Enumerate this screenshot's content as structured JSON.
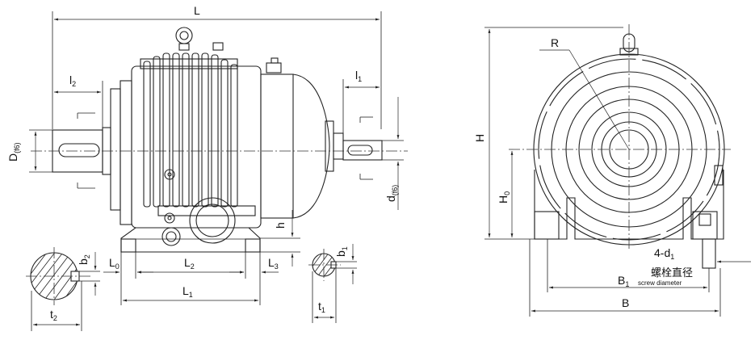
{
  "side_view": {
    "L": "L",
    "l2": "l",
    "l2_sub": "2",
    "l1": "l",
    "l1_sub": "1",
    "D": "D",
    "D_sub": "(f6)",
    "d": "d",
    "d_sub": "(f6)",
    "h": "h",
    "L0": "L",
    "L0_sub": "0",
    "L2": "L",
    "L2_sub": "2",
    "L3": "L",
    "L3_sub": "3",
    "L1": "L",
    "L1_sub": "1"
  },
  "section_large": {
    "b2": "b",
    "b2_sub": "2",
    "t2": "t",
    "t2_sub": "2"
  },
  "section_small": {
    "b1": "b",
    "b1_sub": "1",
    "t1": "t",
    "t1_sub": "1"
  },
  "front_view": {
    "R": "R",
    "H": "H",
    "H0": "H",
    "H0_sub": "0",
    "bolt": "4-d",
    "bolt_sub": "1",
    "bolt_cn": "螺栓直径",
    "bolt_en": "screw diameter",
    "B1": "B",
    "B1_sub": "1",
    "B": "B"
  }
}
